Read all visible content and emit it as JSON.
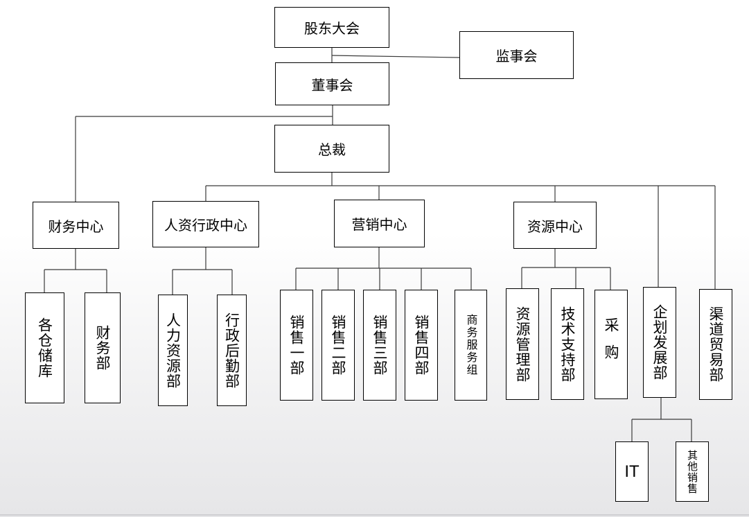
{
  "chart": {
    "shareholders": "股东大会",
    "supervisors": "监事会",
    "board": "董事会",
    "president": "总裁",
    "centers": {
      "finance": "财务中心",
      "hr_admin": "人资行政中心",
      "marketing": "营销中心",
      "resources": "资源中心"
    },
    "departments": {
      "warehouse": "各仓储库",
      "finance_dept": "财务部",
      "hr": "人力资源部",
      "admin_logistics": "行政后勤部",
      "sales1": "销售一部",
      "sales2": "销售二部",
      "sales3": "销售三部",
      "sales4": "销售四部",
      "business_service": "商务服务组",
      "resource_mgmt": "资源管理部",
      "tech_support": "技术支持部",
      "procurement": "采购",
      "planning": "企划发展部",
      "channel_trade": "渠道贸易部",
      "it": "IT",
      "other_sales": "其他销售"
    }
  }
}
